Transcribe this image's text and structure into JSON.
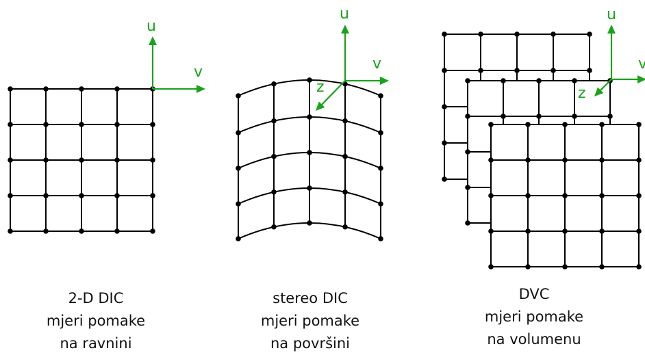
{
  "axes": {
    "u": "u",
    "v": "v",
    "z": "z"
  },
  "colors": {
    "axis": "#1aa31a",
    "grid": "#000000"
  },
  "panels": [
    {
      "id": "2d-dic",
      "caption": [
        "2-D DIC",
        "mjeri pomake",
        "na ravnini"
      ]
    },
    {
      "id": "stereo-dic",
      "caption": [
        "stereo DIC",
        "mjeri pomake",
        "na površini"
      ]
    },
    {
      "id": "dvc",
      "caption": [
        "DVC",
        "mjeri pomake",
        "na volumenu"
      ]
    }
  ]
}
